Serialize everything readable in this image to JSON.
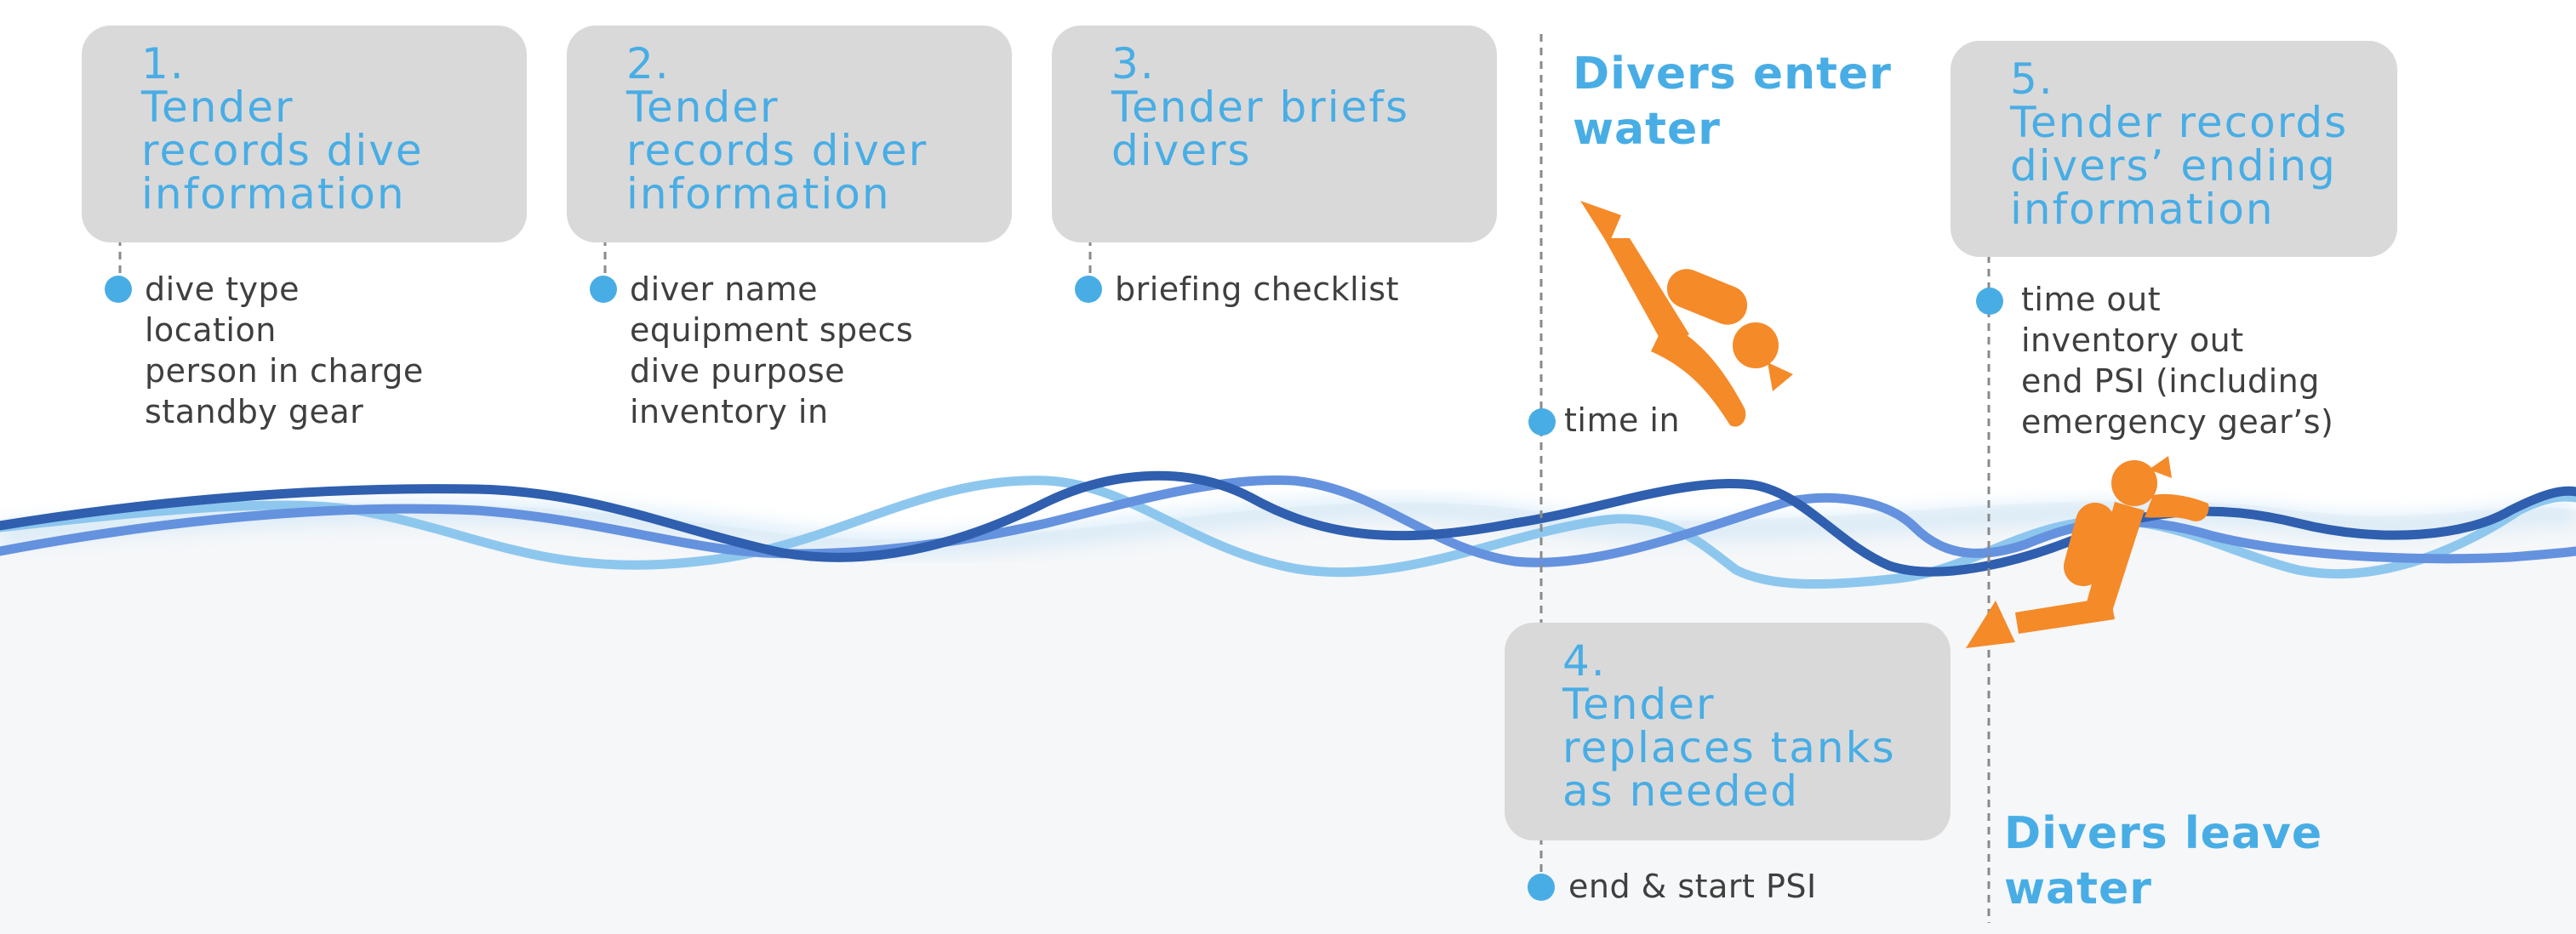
{
  "steps": [
    {
      "number": "1.",
      "title": "Tender\nrecords dive\ninformation",
      "items": [
        "dive type",
        "location",
        "person in charge",
        "standby gear"
      ]
    },
    {
      "number": "2.",
      "title": "Tender\nrecords diver\ninformation",
      "items": [
        "diver name",
        "equipment specs",
        "dive purpose",
        "inventory in"
      ]
    },
    {
      "number": "3.",
      "title": "Tender briefs\ndivers",
      "items": [
        "briefing checklist"
      ]
    },
    {
      "number": "4.",
      "title": "Tender\nreplaces tanks\nas needed",
      "items": [
        "end & start PSI"
      ]
    },
    {
      "number": "5.",
      "title": "Tender records\ndivers’ ending\ninformation",
      "items": [
        "time out",
        "inventory out",
        "end PSI (including",
        "emergency gear’s)"
      ]
    }
  ],
  "events": {
    "enter": {
      "title": "Divers enter\nwater",
      "item": "time in"
    },
    "leave": {
      "title": "Divers leave\nwater"
    }
  },
  "icons": {
    "diver_enter": "diver-entering-water-icon",
    "diver_leave": "diver-leaving-water-icon"
  },
  "colors": {
    "card": "#d9d9d9",
    "heading": "#48ade5",
    "dot": "#48ade5",
    "text": "#3f3f3f",
    "diver": "#f58a29",
    "wave_dark": "#2f5fae",
    "wave_mid": "#6592de",
    "wave_light": "#8ec7ee",
    "water": "#f5f7f9"
  }
}
